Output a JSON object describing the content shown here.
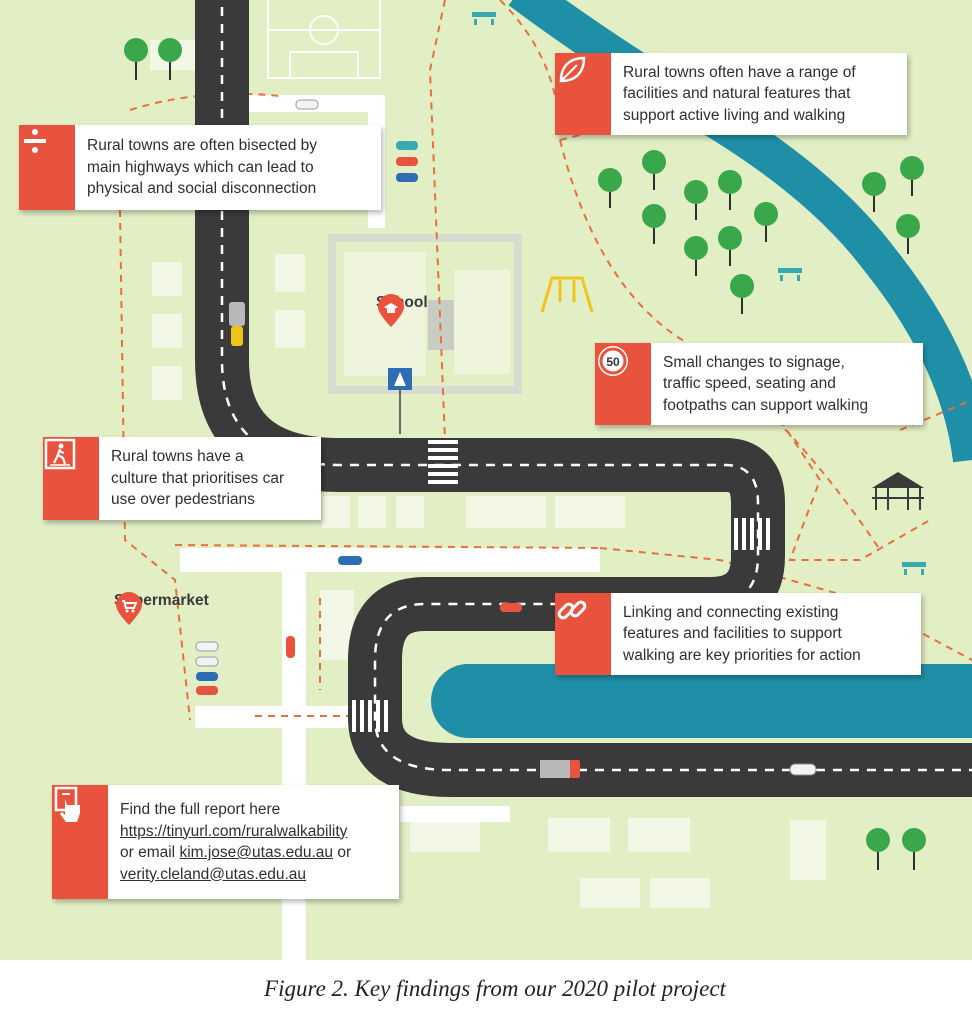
{
  "callouts": {
    "highway": {
      "icon": "divide-icon",
      "lines": [
        "Rural towns are often bisected by",
        "main highways which can lead to",
        "physical and social disconnection"
      ]
    },
    "facilities": {
      "icon": "leaf-icon",
      "lines": [
        "Rural towns often have a range of",
        "facilities and natural features that",
        "support active living and walking"
      ]
    },
    "signage": {
      "icon": "speed-sign-icon",
      "icon_text": "50",
      "lines": [
        "Small changes to signage,",
        "traffic speed, seating and",
        "footpaths can support walking"
      ]
    },
    "culture": {
      "icon": "pedestrian-icon",
      "lines": [
        "Rural towns have a",
        "culture that prioritises car",
        "use over pedestrians"
      ]
    },
    "linking": {
      "icon": "link-icon",
      "lines": [
        "Linking and connecting existing",
        "features and facilities to support",
        "walking are key priorities for action"
      ]
    },
    "report": {
      "icon": "touch-icon",
      "line1": "Find the full report here",
      "url": "https://tinyurl.com/ruralwalkability",
      "line3_prefix": "or email ",
      "email1": "kim.jose@utas.edu.au",
      "line3_suffix": " or",
      "email2": "verity.cleland@utas.edu.au"
    }
  },
  "places": {
    "school": "School",
    "supermarket": "Supermarket"
  },
  "caption": "Figure 2. Key findings from our 2020 pilot project",
  "colors": {
    "accent": "#e9523c",
    "grass": "#e2eec4",
    "river": "#1f8fa8",
    "road": "#3a3a3a",
    "path": "#e8703f",
    "tree": "#3aa84a"
  }
}
